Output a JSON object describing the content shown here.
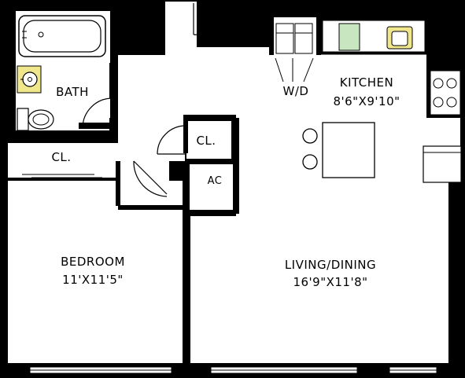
{
  "rooms": {
    "bath": {
      "name": "BATH"
    },
    "bedroom_closet": {
      "name": "CL."
    },
    "hall_closet": {
      "name": "CL."
    },
    "ac": {
      "name": "AC"
    },
    "laundry": {
      "name": "W/D"
    },
    "kitchen": {
      "name": "KITCHEN",
      "size": "8'6\"X9'10\""
    },
    "bedroom": {
      "name": "BEDROOM",
      "size": "11'X11'5\""
    },
    "living": {
      "name": "LIVING/DINING",
      "size": "16'9\"X11'8\""
    }
  },
  "colors": {
    "wall": "#000000",
    "floor": "#ffffff",
    "sink_fill": "#f0e68c",
    "range_hood_fill": "#c8e6c0"
  }
}
